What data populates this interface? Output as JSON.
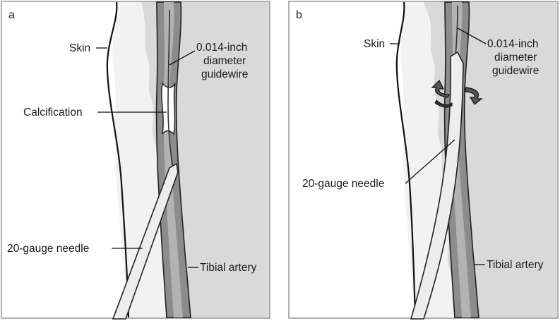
{
  "panels": [
    {
      "letter": "a",
      "labels": {
        "skin": "Skin",
        "guidewire_line1": "0.014-inch",
        "guidewire_line2": "diameter",
        "guidewire_line3": "guidewire",
        "calcification": "Calcification",
        "needle": "20-gauge needle",
        "artery": "Tibial artery"
      }
    },
    {
      "letter": "b",
      "labels": {
        "skin": "Skin",
        "guidewire_line1": "0.014-inch",
        "guidewire_line2": "diameter",
        "guidewire_line3": "guidewire",
        "needle": "20-gauge needle",
        "artery": "Tibial artery"
      }
    }
  ],
  "colors": {
    "skin_tissue": "#f2f2f2",
    "deep_tissue": "#d9d9d9",
    "artery_wall": "#8c8c8c",
    "artery_lumen": "#b3b3b3",
    "needle": "#ededed"
  }
}
